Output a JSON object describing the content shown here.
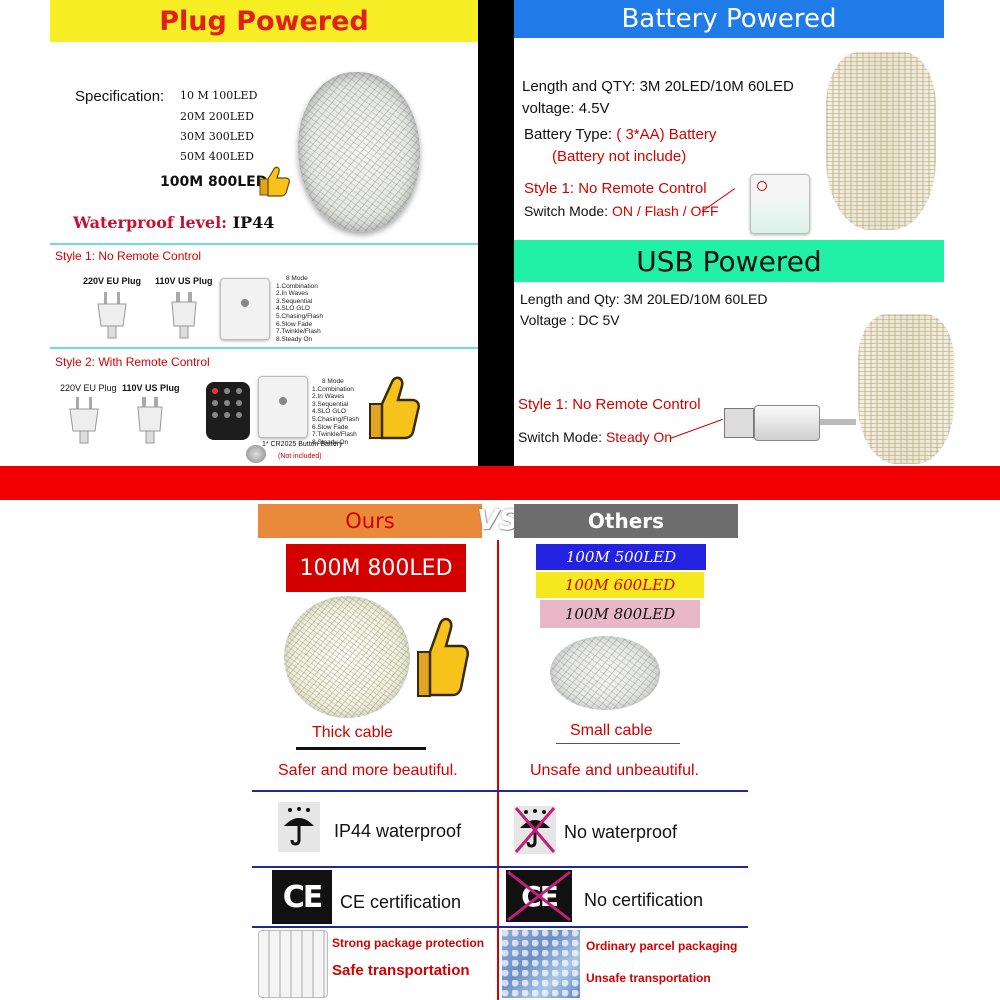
{
  "plug": {
    "title": "Plug Powered",
    "spec_label": "Specification:",
    "specs": [
      "10 M 100LED",
      "20M 200LED",
      "30M 300LED",
      "50M 400LED"
    ],
    "best_spec": "100M 800LED",
    "waterproof_label": "Waterproof level:",
    "waterproof_value": "IP44",
    "style1": {
      "title": "Style 1: No Remote Control",
      "eu_plug": "220V EU Plug",
      "us_plug": "110V US Plug",
      "modes": [
        "8 Mode",
        "1.Combination",
        "2.In Waves",
        "3.Sequential",
        "4.SLO GLO",
        "5.Chasing/Flash",
        "6.Slow Fade",
        "7.Twinkle/Flash",
        "8.Steady On"
      ]
    },
    "style2": {
      "title": "Style 2: With Remote Control",
      "eu_plug": "220V EU Plug",
      "us_plug": "110V US Plug",
      "modes": [
        "8 Mode",
        "1.Combination",
        "2.In Waves",
        "3.Sequential",
        "4.SLO GLO",
        "5.Chasing/Flash",
        "6.Slow Fade",
        "7.Twinkle/Flash",
        "8.Steady On"
      ],
      "battery_note": "1* CR2025 Button Battery",
      "battery_note2": "(Not included)"
    }
  },
  "battery": {
    "title": "Battery Powered",
    "length_qty": "Length and QTY:  3M 20LED/10M 60LED",
    "voltage": "voltage: 4.5V",
    "battery_type_label": "Battery Type:",
    "battery_type_value": "( 3*AA) Battery",
    "battery_note": "(Battery not include)",
    "style1": "Style 1: No Remote Control",
    "switch_label": "Switch Mode:",
    "switch_value": "ON / Flash / OFF"
  },
  "usb": {
    "title": "USB Powered",
    "length_qty": "Length and Qty:  3M 20LED/10M 60LED",
    "voltage": "Voltage : DC 5V",
    "style1": "Style 1: No Remote Control",
    "switch_label": "Switch Mode:",
    "switch_value": "Steady On"
  },
  "compare": {
    "ours_label": "Ours",
    "vs_label": "VS",
    "others_label": "Others",
    "ours_spec": "100M 800LED",
    "others_specs": [
      "100M 500LED",
      "100M 600LED",
      "100M 800LED"
    ],
    "ours_cable": "Thick cable",
    "others_cable": "Small cable",
    "ours_safety": "Safer and more beautiful.",
    "others_safety": "Unsafe and unbeautiful.",
    "ours_waterproof": "IP44 waterproof",
    "others_waterproof": "No waterproof",
    "ce_mark": "CE",
    "ours_cert": "CE certification",
    "others_cert": "No certification",
    "ours_pack1": "Strong package protection",
    "ours_pack2": "Safe transportation",
    "others_pack1": "Ordinary parcel packaging",
    "others_pack2": "Unsafe transportation"
  },
  "colors": {
    "yellow": "#f7ef23",
    "blue": "#1f7be8",
    "green": "#21f0a8",
    "red": "#f00000",
    "orange": "#e88a3a",
    "gray": "#6d6d6d",
    "navy": "#1f2a9a"
  }
}
